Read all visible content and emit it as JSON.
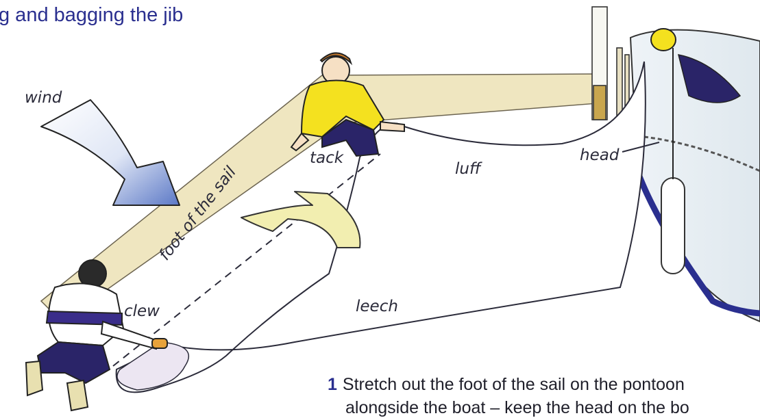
{
  "title": "g and bagging the jib",
  "labels": {
    "wind": "wind",
    "tack": "tack",
    "luff": "luff",
    "head": "head",
    "foot": "foot of the sail",
    "clew": "clew",
    "leech": "leech"
  },
  "caption": {
    "number": "1",
    "line1": "Stretch out the foot of the sail on the pontoon",
    "line2": "alongside the boat – keep the head on the bo"
  },
  "colors": {
    "title_blue": "#2a2f8f",
    "sail": "#ffffff",
    "pontoon": "#efe6c0",
    "wind_arrow": "#5b78c6",
    "turn_arrow": "#f2eeb0",
    "jacket_yellow": "#f4e11f",
    "trousers_navy": "#2a2468",
    "boat_stripe": "#2a2f8f"
  }
}
